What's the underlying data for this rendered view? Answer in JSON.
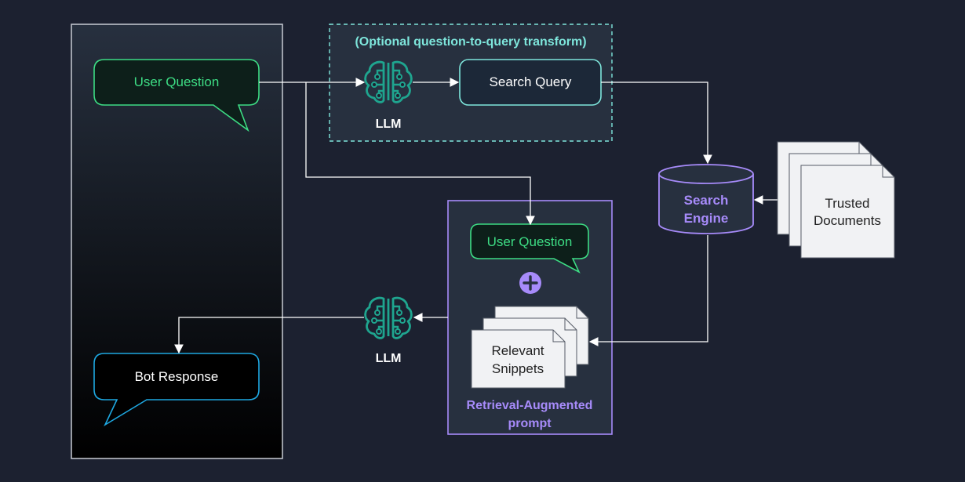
{
  "chat_panel": {
    "user_question": "User Question",
    "bot_response": "Bot Response"
  },
  "optional_transform": {
    "title": "(Optional question-to-query transform)",
    "llm_label": "LLM",
    "search_query": "Search Query"
  },
  "search_engine": {
    "line1": "Search",
    "line2": "Engine"
  },
  "trusted_documents": {
    "line1": "Trusted",
    "line2": "Documents"
  },
  "rag_prompt": {
    "user_question": "User Question",
    "snippets_line1": "Relevant",
    "snippets_line2": "Snippets",
    "title_line1": "Retrieval-Augmented",
    "title_line2": "prompt"
  },
  "response_llm": {
    "label": "LLM"
  },
  "colors": {
    "background": "#1c2130",
    "user_green": "#3ddc84",
    "bot_blue": "#1ea7e0",
    "query_teal": "#7ee6dc",
    "rag_purple": "#a78bfa",
    "llm_icon": "#1fa58f",
    "connector": "#ffffff"
  }
}
